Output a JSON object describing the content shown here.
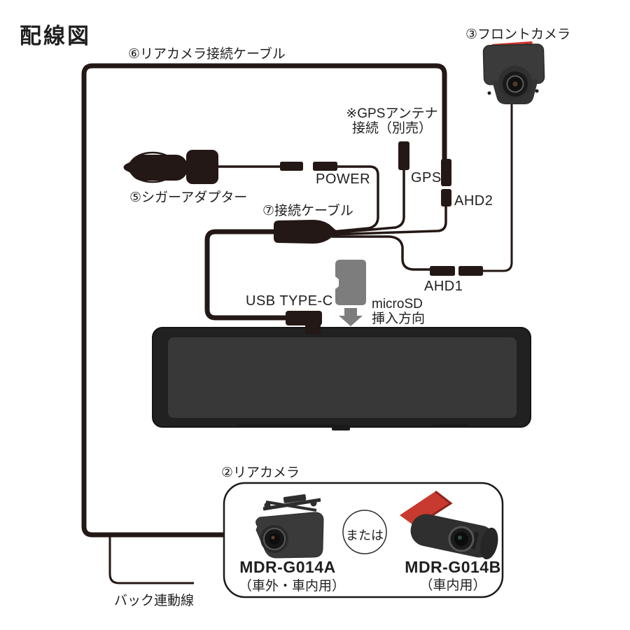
{
  "title": "配線図",
  "labels": {
    "rear_cable": "⑥リアカメラ接続ケーブル",
    "front_camera": "③フロントカメラ",
    "gps_note_line1": "※GPSアンテナ",
    "gps_note_line2": "接続（別売）",
    "power": "POWER",
    "gps": "GPS",
    "ahd2": "AHD2",
    "ahd1": "AHD1",
    "cigar_adapter": "⑤シガーアダプター",
    "connection_cable": "⑦接続ケーブル",
    "usb_type_c": "USB TYPE-C",
    "microsd_line1": "microSD",
    "microsd_line2": "挿入方向",
    "rear_camera": "②リアカメラ",
    "or": "または",
    "back_signal_line": "バック連動線"
  },
  "rear_cameras": [
    {
      "model": "MDR-G014A",
      "use": "（車外・車内用）"
    },
    {
      "model": "MDR-G014B",
      "use": "（車内用）"
    }
  ],
  "colors": {
    "cable": "#231815",
    "gray": "#7d7d7d",
    "red": "#c8392f",
    "text": "#1f1f1f",
    "mirror-bezel": "#212121",
    "mirror-screen": "#383838",
    "cam-body": "#3a3a3a"
  }
}
